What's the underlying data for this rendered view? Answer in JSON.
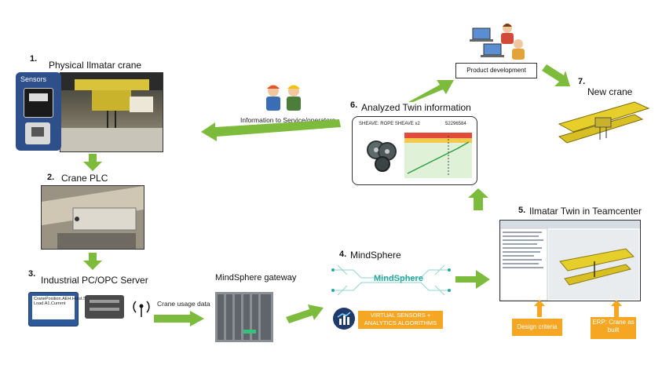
{
  "steps": {
    "s1": {
      "num": "1.",
      "title": "Physical Ilmatar crane",
      "sensors_label": "Sensors"
    },
    "s2": {
      "num": "2.",
      "title": "Crane PLC"
    },
    "s3": {
      "num": "3.",
      "title": "Industrial PC/OPC Server",
      "screen_lines": [
        "CranePosition.AEH.Hoist.S",
        "Load.A1.Current"
      ]
    },
    "gateway": {
      "title": "MindSphere gateway",
      "usage_label": "Crane usage data"
    },
    "s4": {
      "num": "4.",
      "title": "MindSphere",
      "logo_text": "MindSphere",
      "virtual_box": "VIRTUAL SENSORS + ANALYTICS ALGORITHMS"
    },
    "s5": {
      "num": "5.",
      "title": "Ilmatar Twin in Teamcenter",
      "design_box": "Design criteria",
      "erp_box": "ERP: Crane as built"
    },
    "s6": {
      "num": "6.",
      "title": "Analyzed Twin information",
      "card_header": "SHEAVE: ROPE SHEAVE x2",
      "card_id": "52296584"
    },
    "s7": {
      "num": "7.",
      "title": "New crane"
    },
    "service": {
      "label": "Information to Service/operators"
    },
    "product_dev": {
      "label": "Product development"
    }
  },
  "colors": {
    "arrow_green": "#7dbb3c",
    "orange": "#f5a623",
    "mindsphere_teal": "#2aa7a0",
    "sensors_blue": "#2e4f8a"
  }
}
